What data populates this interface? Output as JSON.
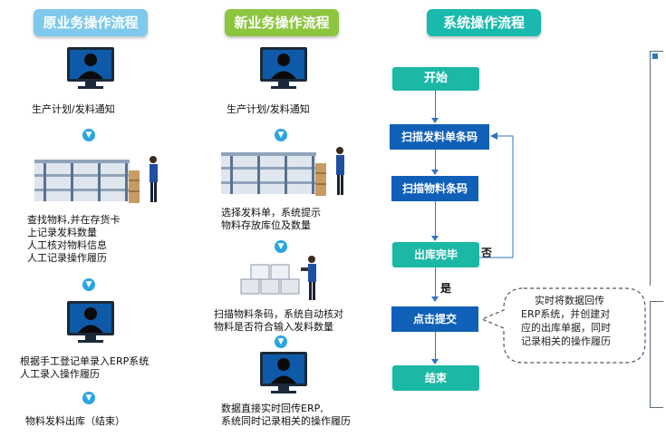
{
  "columns": {
    "old": {
      "title": "原业务操作流程",
      "color": "#7ec9ec",
      "step1": "生产计划/发料通知",
      "step2": [
        "查找物料,并在存货卡",
        "上记录发料数量",
        "人工核对物料信息",
        "人工记录操作履历"
      ],
      "step3": [
        "根据手工登记单录入ERP系统",
        "人工录入操作履历"
      ],
      "step4": "物料发料出库（结束）"
    },
    "new": {
      "title": "新业务操作流程",
      "color": "#8cc63f",
      "step1": "生产计划/发料通知",
      "step2": [
        "选择发料单，系统提示",
        "物料存放库位及数量"
      ],
      "step3": [
        "扫描物料条码，系统自动核对",
        "物料是否符合输入发料数量"
      ],
      "step4": [
        "数据直接实时回传ERP,",
        "系统同时记录相关的操作履历"
      ]
    },
    "system": {
      "title": "系统操作流程",
      "color": "#1ab9ad",
      "nodes": {
        "start": "开始",
        "scan_doc": "扫描发料单条码",
        "scan_item": "扫描物料条码",
        "complete": "出库完毕",
        "submit": "点击提交",
        "end": "结束"
      },
      "no_label": "否",
      "yes_label": "是",
      "note": [
        "实时将数据回传",
        "ERP系统，并创建对",
        "应的出库单据，同时",
        "记录相关的操作履历"
      ]
    }
  }
}
